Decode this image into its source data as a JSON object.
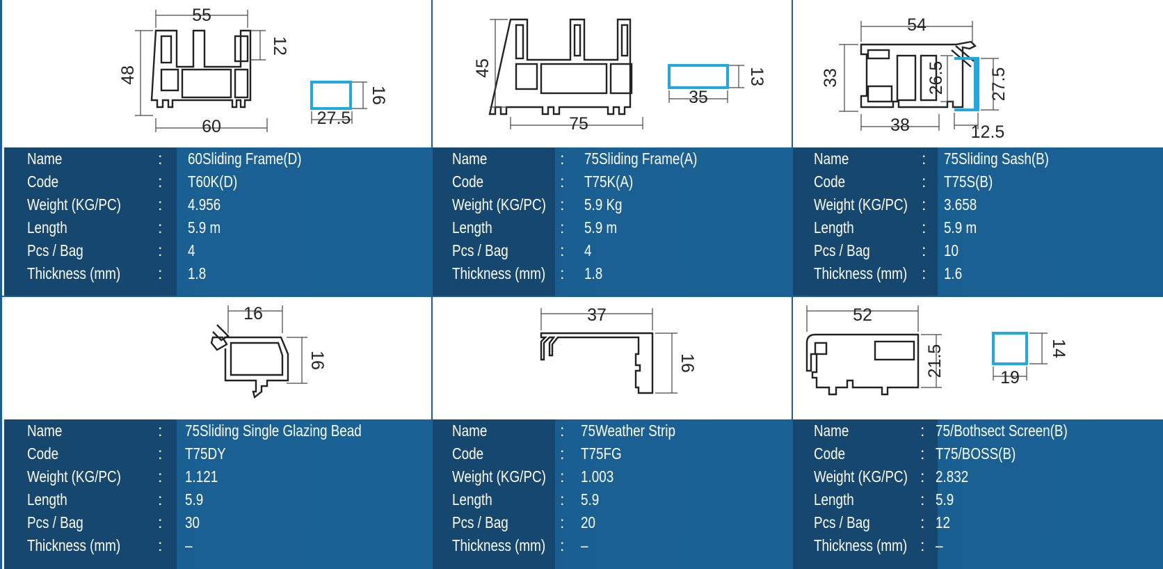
{
  "labels": {
    "name": "Name",
    "code": "Code",
    "weight": "Weight (KG/PC)",
    "length": "Length",
    "pcs_bag": "Pcs / Bag",
    "thickness": "Thickness (mm)",
    "sep": ":"
  },
  "profiles": [
    {
      "name": "60Sliding Frame(D)",
      "code": "T60K(D)",
      "weight": "4.956",
      "length": "5.9 m",
      "pcs_bag": "4",
      "thickness": "1.8",
      "dims": {
        "top": "55",
        "side": "48",
        "small": "12",
        "bottom": "60",
        "insert_h": "16",
        "insert_w": "27.5"
      }
    },
    {
      "name": "75Sliding Frame(A)",
      "code": "T75K(A)",
      "weight": "5.9 Kg",
      "length": "5.9 m",
      "pcs_bag": "4",
      "thickness": "1.8",
      "dims": {
        "side": "45",
        "bottom": "75",
        "insert_h": "13",
        "insert_w": "35"
      }
    },
    {
      "name": "75Sliding Sash(B)",
      "code": "T75S(B)",
      "weight": "3.658",
      "length": "5.9 m",
      "pcs_bag": "10",
      "thickness": "1.6",
      "dims": {
        "top": "54",
        "side": "33",
        "inner": "26.5",
        "bottom": "38",
        "insert_h": "27.5",
        "insert_w": "12.5"
      }
    },
    {
      "name": "75Sliding Single Glazing Bead",
      "code": "T75DY",
      "weight": "1.121",
      "length": "5.9",
      "pcs_bag": "30",
      "thickness": "–",
      "dims": {
        "top": "16",
        "side": "16"
      }
    },
    {
      "name": "75Weather Strip",
      "code": "T75FG",
      "weight": "1.003",
      "length": "5.9",
      "pcs_bag": "20",
      "thickness": "–",
      "dims": {
        "top": "37",
        "side": "16"
      }
    },
    {
      "name": "75/Bothsect Screen(B)",
      "code": "T75/BOSS(B)",
      "weight": "2.832",
      "length": "5.9",
      "pcs_bag": "12",
      "thickness": "–",
      "dims": {
        "top": "52",
        "side": "21.5",
        "insert_h": "14",
        "insert_w": "19"
      }
    }
  ]
}
